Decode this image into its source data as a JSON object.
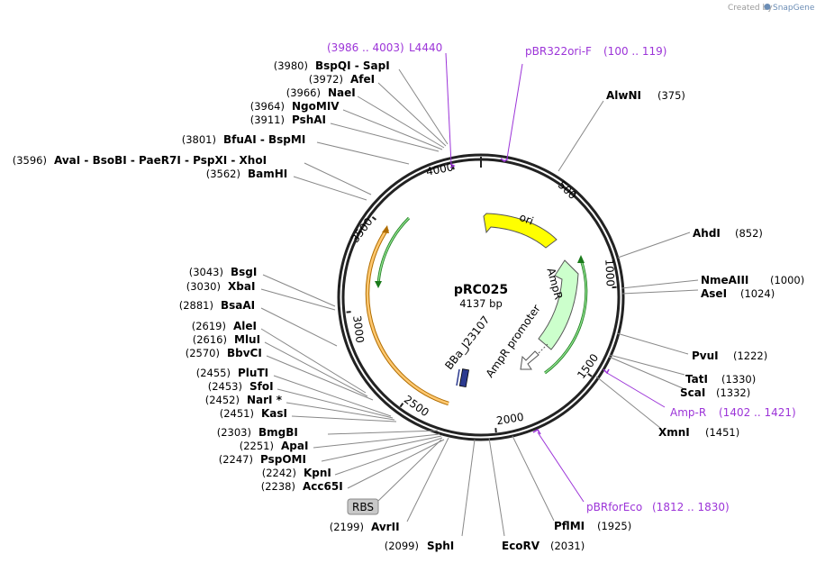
{
  "credit": {
    "prefix": "Created by",
    "brand": "SnapGene"
  },
  "plasmid": {
    "name": "pRC025",
    "length_label": "4137 bp",
    "length": 4137
  },
  "ticks": [
    "500",
    "1000",
    "1500",
    "2000",
    "2500",
    "3000",
    "3500",
    "4000"
  ],
  "features": [
    {
      "name": "ori",
      "color": "#ffff00"
    },
    {
      "name": "AmpR",
      "color": "#ccffcc"
    },
    {
      "name": "AmpR promoter",
      "color": "#ffffff"
    },
    {
      "name": "BBa_J23107",
      "color": "#2b3a8f"
    },
    {
      "name": "RBS",
      "color": "#c8c8c8"
    }
  ],
  "primers": [
    {
      "name": "L4440",
      "range": "(3986 .. 4003)"
    },
    {
      "name": "pBR322ori-F",
      "range": "(100 .. 119)"
    },
    {
      "name": "Amp-R",
      "range": "(1402 .. 1421)"
    },
    {
      "name": "pBRforEco",
      "range": "(1812 .. 1830)"
    }
  ],
  "enzymes": [
    {
      "name": "BspQI  - SapI",
      "pos": "(3980)"
    },
    {
      "name": "AfeI",
      "pos": "(3972)"
    },
    {
      "name": "NaeI",
      "pos": "(3966)"
    },
    {
      "name": "NgoMIV",
      "pos": "(3964)"
    },
    {
      "name": "PshAI",
      "pos": "(3911)"
    },
    {
      "name": "BfuAI  - BspMI",
      "pos": "(3801)"
    },
    {
      "name": "AvaI  - BsoBI  - PaeR7I  - PspXI  - XhoI",
      "pos": "(3596)"
    },
    {
      "name": "BamHI",
      "pos": "(3562)"
    },
    {
      "name": "BsgI",
      "pos": "(3043)"
    },
    {
      "name": "XbaI",
      "pos": "(3030)"
    },
    {
      "name": "BsaAI",
      "pos": "(2881)"
    },
    {
      "name": "AleI",
      "pos": "(2619)"
    },
    {
      "name": "MluI",
      "pos": "(2616)"
    },
    {
      "name": "BbvCI",
      "pos": "(2570)"
    },
    {
      "name": "PluTI",
      "pos": "(2455)"
    },
    {
      "name": "SfoI",
      "pos": "(2453)"
    },
    {
      "name": "NarI *",
      "pos": "(2452)"
    },
    {
      "name": "KasI",
      "pos": "(2451)"
    },
    {
      "name": "BmgBI",
      "pos": "(2303)"
    },
    {
      "name": "ApaI",
      "pos": "(2251)"
    },
    {
      "name": "PspOMI",
      "pos": "(2247)"
    },
    {
      "name": "KpnI",
      "pos": "(2242)"
    },
    {
      "name": "Acc65I",
      "pos": "(2238)"
    },
    {
      "name": "AvrII",
      "pos": "(2199)"
    },
    {
      "name": "SphI",
      "pos": "(2099)"
    },
    {
      "name": "EcoRV",
      "pos": "(2031)"
    },
    {
      "name": "PflMI",
      "pos": "(1925)"
    },
    {
      "name": "XmnI",
      "pos": "(1451)"
    },
    {
      "name": "ScaI",
      "pos": "(1332)"
    },
    {
      "name": "TatI",
      "pos": "(1330)"
    },
    {
      "name": "PvuI",
      "pos": "(1222)"
    },
    {
      "name": "AseI",
      "pos": "(1024)"
    },
    {
      "name": "NmeAIII",
      "pos": "(1000)"
    },
    {
      "name": "AhdI",
      "pos": "(852)"
    },
    {
      "name": "AlwNI",
      "pos": "(375)"
    }
  ]
}
